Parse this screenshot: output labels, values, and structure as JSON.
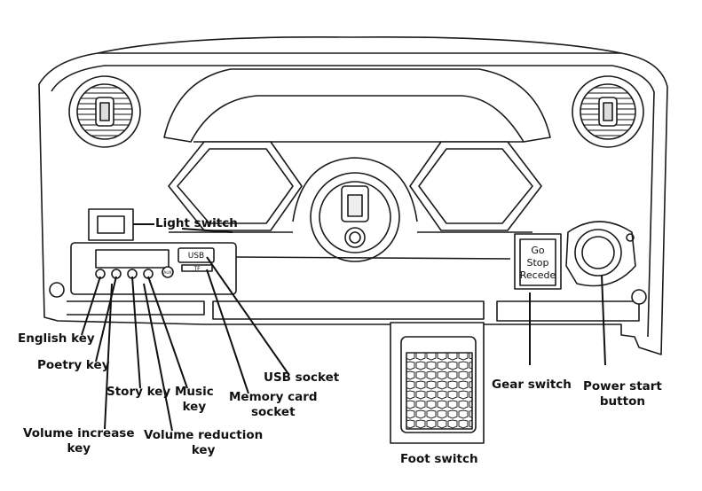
{
  "labels": {
    "light_switch": "Light switch",
    "english_key": "English key",
    "poetry_key": "Poetry key",
    "story_key": "Story key",
    "music_key": "Music\nkey",
    "memory_card_socket": "Memory card\nsocket",
    "usb_socket": "USB socket",
    "volume_increase_key": "Volume increase\nkey",
    "volume_reduction_key": "Volume reduction\nkey",
    "foot_switch": "Foot switch",
    "gear_switch": "Gear switch",
    "power_start_button": "Power start\nbutton"
  },
  "panel": {
    "usb_text": "USB",
    "tf_text": "TF",
    "aux_text": "AUX"
  },
  "gear": {
    "go": "Go",
    "stop": "Stop",
    "recede": "Recede"
  },
  "colors": {
    "line": "#1a1a1a",
    "fill": "#ffffff",
    "shade": "#e6e6e6"
  }
}
